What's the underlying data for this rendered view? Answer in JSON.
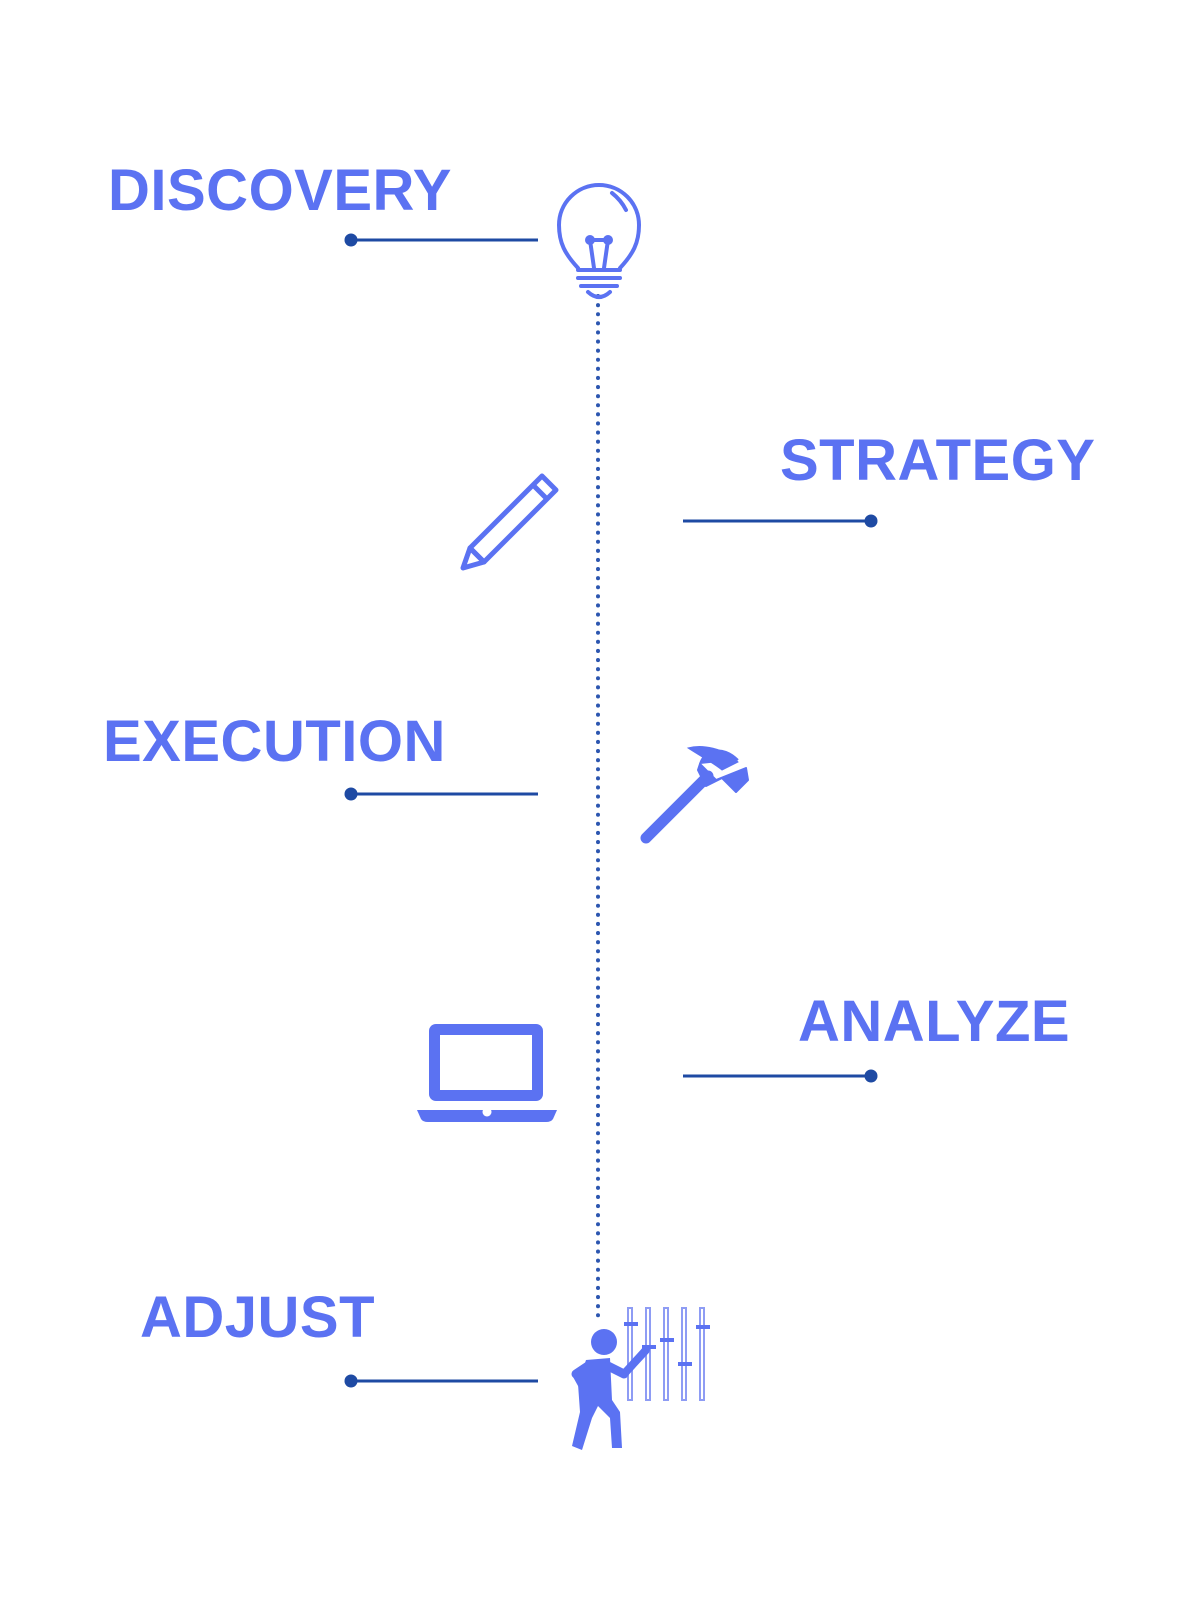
{
  "colors": {
    "accent": "#5B72F2",
    "line": "#1E4AA3",
    "dots": "#2C56B0",
    "sliders": "#8E9CF4"
  },
  "steps": [
    {
      "label": "DISCOVERY",
      "icon": "lightbulb-icon",
      "side": "left"
    },
    {
      "label": "STRATEGY",
      "icon": "pencil-icon",
      "side": "right"
    },
    {
      "label": "EXECUTION",
      "icon": "hammer-icon",
      "side": "left"
    },
    {
      "label": "ANALYZE",
      "icon": "laptop-icon",
      "side": "right"
    },
    {
      "label": "ADJUST",
      "icon": "person-adjusting-sliders-icon",
      "side": "left"
    }
  ]
}
